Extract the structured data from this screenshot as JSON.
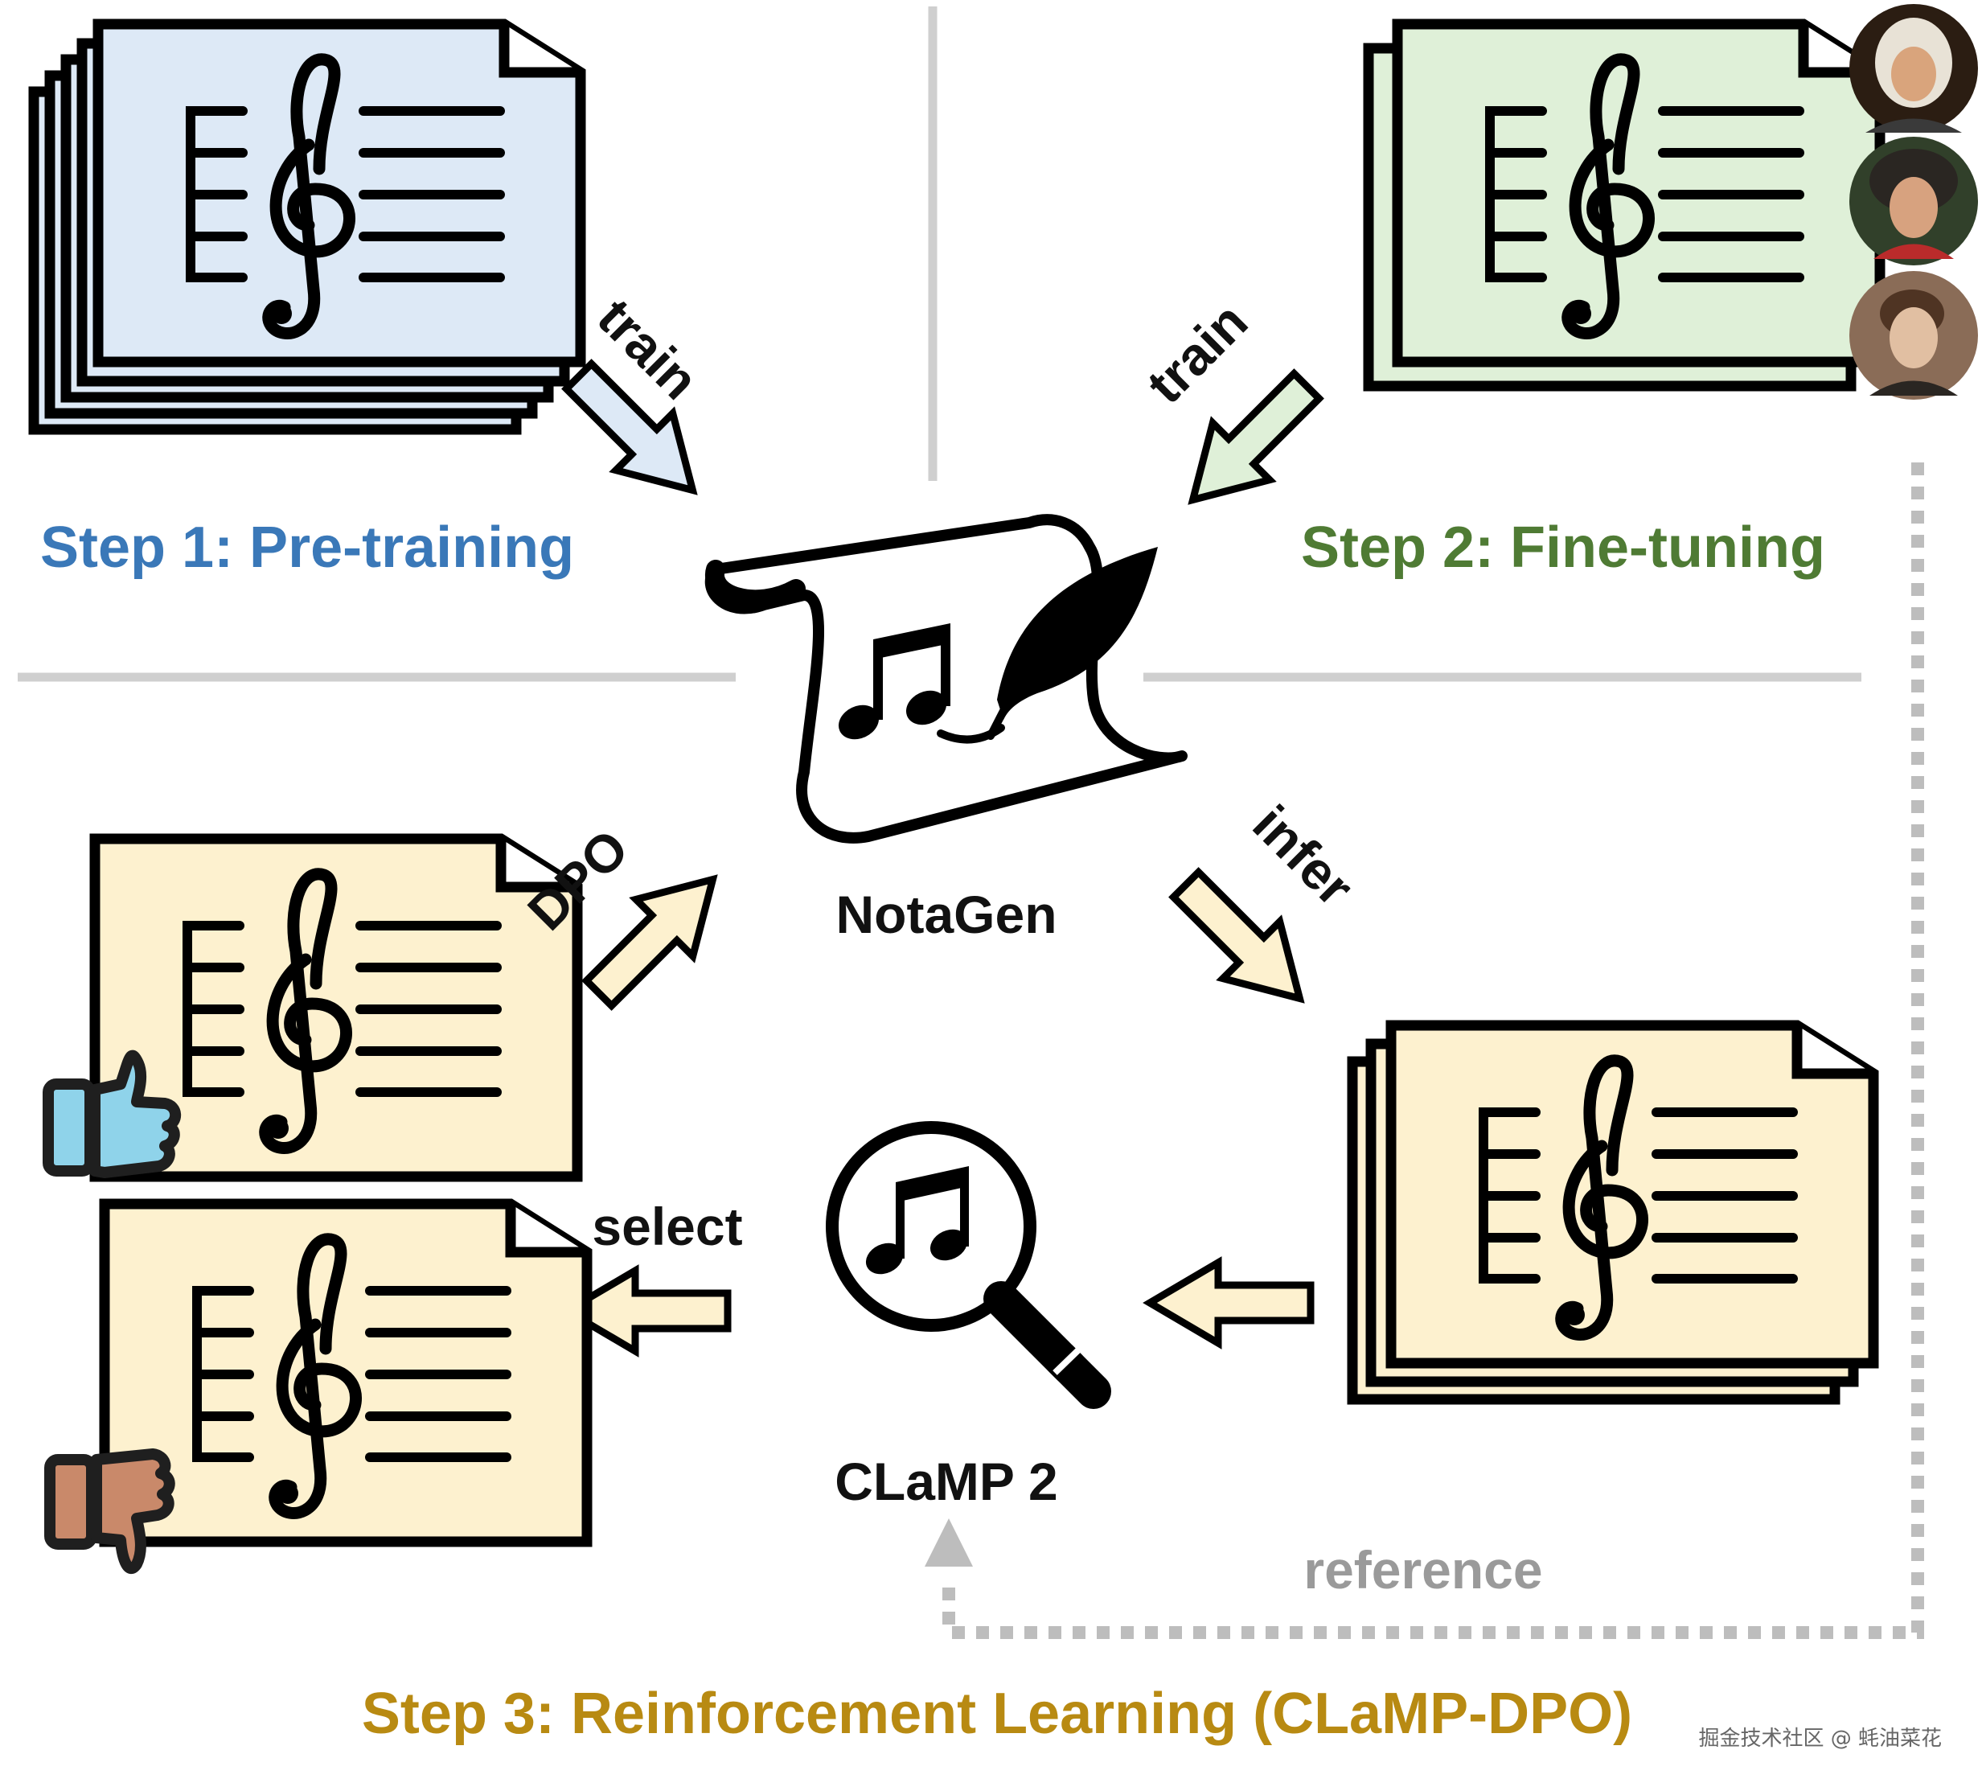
{
  "steps": {
    "step1": "Step 1: Pre-training",
    "step2": "Step 2: Fine-tuning",
    "step3": "Step 3: Reinforcement Learning (CLaMP-DPO)"
  },
  "models": {
    "generator": "NotaGen",
    "evaluator": "CLaMP 2"
  },
  "arrows": {
    "pretrain": "train",
    "finetune": "train",
    "infer": "infer",
    "select": "select",
    "dpo": "DPO",
    "reference": "reference"
  },
  "watermark": "掘金技术社区 @ 蚝油菜花",
  "colors": {
    "pretrain_paper": "#dde9f6",
    "finetune_paper": "#dff0d8",
    "rl_paper": "#fdf1cf",
    "step1_text": "#3a78b8",
    "step2_text": "#4f7b34",
    "step3_text": "#b88a12",
    "divider": "#cfcfcf",
    "reference_line": "#bdbdbd",
    "thumbs_up": "#8fd3ea",
    "thumbs_down": "#c9896a"
  },
  "icons": {
    "score": "sheet-music-icon",
    "generator": "scroll-quill-icon",
    "evaluator": "magnifier-music-icon",
    "like": "thumbs-up-icon",
    "dislike": "thumbs-down-icon",
    "composers": [
      "composer-portrait-1",
      "composer-portrait-2",
      "composer-portrait-3"
    ]
  }
}
